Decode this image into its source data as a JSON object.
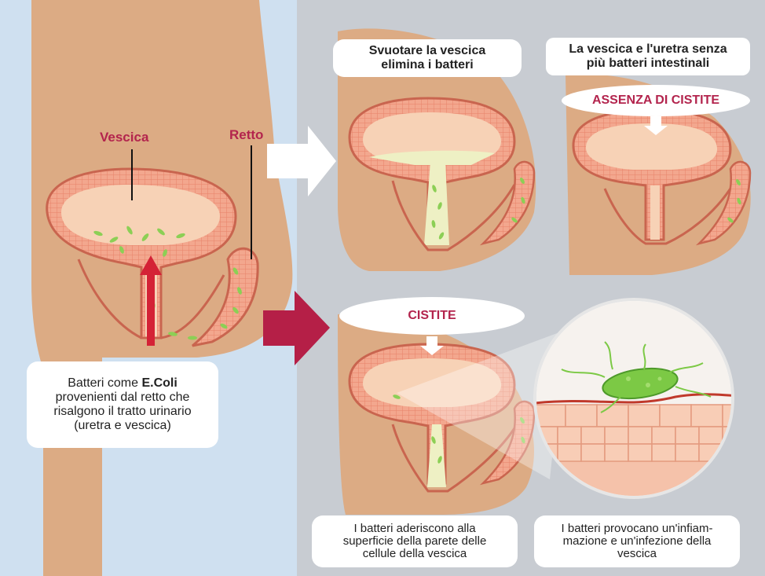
{
  "colors": {
    "bg_left": "#cfe0f0",
    "bg_right": "#c8ccd2",
    "skin": "#dcab84",
    "tissue": "#f08f76",
    "tissue_dark": "#c9654f",
    "inner": "#f7d2b6",
    "bacteria": "#8ccf55",
    "accent": "#b3244d",
    "arrow_white": "#ffffff",
    "arrow_red": "#b51f47"
  },
  "labels": {
    "vescica": "Vescica",
    "retto": "Retto"
  },
  "captions": {
    "ecoli_pre": "Batteri come ",
    "ecoli_bold": "E.Coli",
    "ecoli_post": "provenienti dal retto che\nrisalgono il tratto urinario\n(uretra e vescica)",
    "svuotare": "Svuotare la vescica\nelimina i batteri",
    "senza": "La vescica e l'uretra senza\npiù batteri intestinali",
    "aderiscono": "I batteri aderiscono alla\nsuperficie della parete delle\ncellule della vescica",
    "provocano": "I batteri provocano un'infiam-\nmazione e un'infezione della\nvescica"
  },
  "bubbles": {
    "assenza": "ASSENZA DI CISTITE",
    "cistite": "CISTITE"
  }
}
